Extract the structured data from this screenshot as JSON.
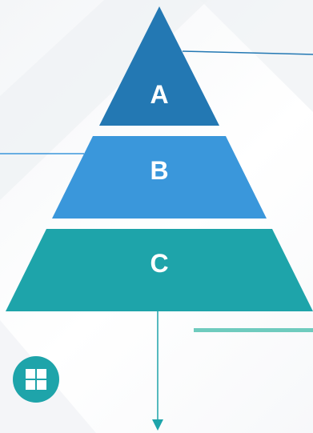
{
  "diagram": {
    "tiers": [
      {
        "label": "A",
        "color": "#2378B3"
      },
      {
        "label": "B",
        "color": "#3A97DB"
      },
      {
        "label": "C",
        "color": "#1EA4AA"
      }
    ],
    "icon": {
      "name": "windows-icon",
      "color": "#1EA4AA"
    },
    "connector_colors": {
      "tier_a_line": "#2378B3",
      "tier_b_line": "#3A97DB",
      "arrow": "#1EA4AA",
      "accent_bar": "#6FCBBE"
    }
  }
}
